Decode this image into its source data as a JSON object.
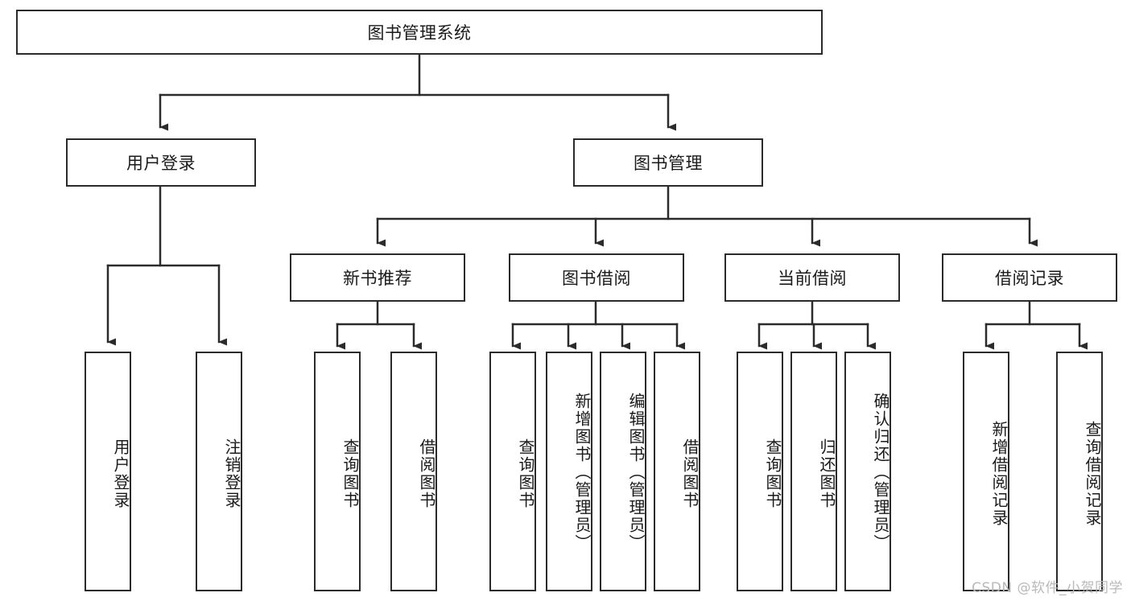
{
  "diagram": {
    "type": "tree-hierarchy",
    "title": "图书管理系统",
    "watermark": "CSDN @软件_小贺同学",
    "colors": {
      "stroke": "#2b2b2b",
      "fill": "#ffffff",
      "text": "#1a1a1a",
      "watermark": "#b9b9b9"
    },
    "nodes": {
      "root": {
        "label": "图书管理系统"
      },
      "level2": [
        {
          "label": "用户登录"
        },
        {
          "label": "图书管理"
        }
      ],
      "level3": [
        {
          "label": "新书推荐"
        },
        {
          "label": "图书借阅"
        },
        {
          "label": "当前借阅"
        },
        {
          "label": "借阅记录"
        }
      ],
      "leaves": {
        "user_login": [
          {
            "label": "用户登录"
          },
          {
            "label": "注销登录"
          }
        ],
        "new_book": [
          {
            "label": "查询图书"
          },
          {
            "label": "借阅图书"
          }
        ],
        "book_borrow": [
          {
            "label": "查询图书"
          },
          {
            "label": "新增图书（管理员）"
          },
          {
            "label": "编辑图书（管理员）"
          },
          {
            "label": "借阅图书"
          }
        ],
        "current_borrow": [
          {
            "label": "查询图书"
          },
          {
            "label": "归还图书"
          },
          {
            "label": "确认归还（管理员）"
          }
        ],
        "borrow_record": [
          {
            "label": "新增借阅记录"
          },
          {
            "label": "查询借阅记录"
          }
        ]
      }
    }
  }
}
